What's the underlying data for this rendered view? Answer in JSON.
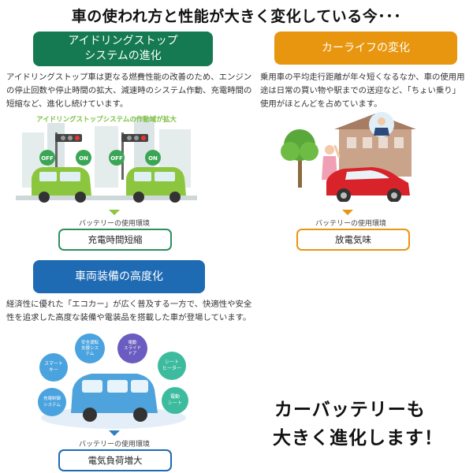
{
  "main_title": "車の使われ方と性能が大きく変化している今･･･",
  "colors": {
    "green": "#157a52",
    "orange": "#e8960f",
    "blue": "#1e6ab3",
    "env_green": "#2f8f5f",
    "env_orange": "#e8960f",
    "env_blue": "#1e6ab3",
    "arrow_lime": "#8cc63f",
    "arrow_orange": "#e8960f",
    "arrow_blue": "#2f7fc4"
  },
  "section_idle": {
    "title_line1": "アイドリングストップ",
    "title_line2": "システムの進化",
    "description": "アイドリングストップ車は更なる燃費性能の改善のため、エンジンの停止回数や停止時間の拡大、減速時のシステム作動、充電時間の短縮など、進化し続けています。",
    "banner": "アイドリングストップシステムの作動域が拡大",
    "badge_off": "OFF",
    "badge_on": "ON",
    "env_label": "バッテリーの使用環境",
    "env_value": "充電時間短縮"
  },
  "section_life": {
    "title": "カーライフの変化",
    "description": "乗用車の平均走行距離が年々短くなるなか、車の使用用途は日常の買い物や駅までの送迎など、「ちょい乗り」使用がほとんどを占めています。",
    "env_label": "バッテリーの使用環境",
    "env_value": "放電気味"
  },
  "section_equip": {
    "title": "車両装備の高度化",
    "description": "経済性に優れた「エコカー」が広く普及する一方で、快適性や安全性を追求した高度な装備や電装品を搭載した車が登場しています。",
    "bubbles": [
      {
        "line1": "スマート",
        "line2": "キー",
        "line3": ""
      },
      {
        "line1": "安全運転",
        "line2": "支援シス",
        "line3": "テム"
      },
      {
        "line1": "電動",
        "line2": "スライド",
        "line3": "ドア"
      },
      {
        "line1": "シート",
        "line2": "ヒーター",
        "line3": ""
      },
      {
        "line1": "充電制御",
        "line2": "システム",
        "line3": ""
      },
      {
        "line1": "電動",
        "line2": "シート",
        "line3": ""
      }
    ],
    "env_label": "バッテリーの使用環境",
    "env_value": "電気負荷増大"
  },
  "closing": {
    "line1": "カーバッテリーも",
    "line2": "大きく進化します！"
  }
}
